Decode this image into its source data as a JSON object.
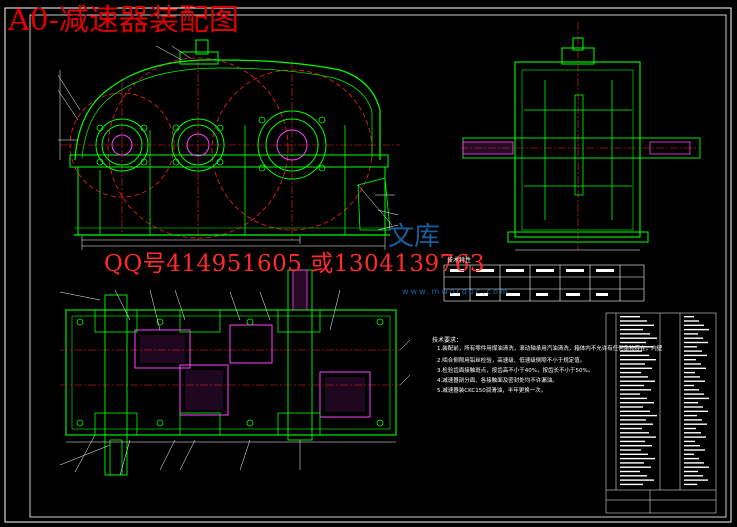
{
  "drawing": {
    "title": "A0-减速器装配图",
    "contact": "QQ号414951605 或1304139763",
    "spec_table_title": "技术特性",
    "notes_title": "技术要求：",
    "notes": [
      "1.装配前，所有零件用煤油清洗，滚动轴承用汽油清洗，箱体内不允许有任何杂物存在。内壁",
      "2.啮合侧隙用铅丝检验，高速级、低速级侧隙不小于规定值。",
      "3.检验齿面接触斑点，按齿高不小于40%，按齿长不小于50%。",
      "4.减速器剖分面、各接触面及密封处均不许漏油。",
      "5.减速器装CKC150润滑油，半年更换一次。"
    ],
    "watermark_text": "文库",
    "watermark_url": "www.mwordoc.com"
  },
  "colors": {
    "background": "#000000",
    "frame": "#ffffff",
    "outline": "#00ff00",
    "centerline": "#ff0000",
    "dimension": "#ffffff",
    "title_text": "#e00000",
    "gear_circle": "#ff2020",
    "accent": "#ff40ff"
  }
}
